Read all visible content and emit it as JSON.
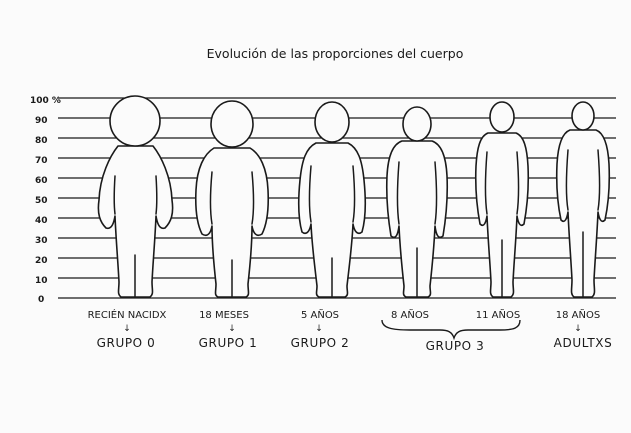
{
  "title": "Evolución de las proporciones del cuerpo",
  "y_ticks": [
    "100 %",
    "90",
    "80",
    "70",
    "60",
    "50",
    "40",
    "30",
    "20",
    "10",
    "0"
  ],
  "ages": [
    "RECIÉN NACIDX",
    "18 MESES",
    "5 AÑOS",
    "8 AÑOS",
    "11 AÑOS",
    "18 AÑOS"
  ],
  "groups": [
    "GRUPO 0",
    "GRUPO 1",
    "GRUPO 2",
    "GRUPO 3",
    "ADULTXS"
  ],
  "arrow_glyph": "↓",
  "figures": [
    {
      "age": "RECIÉN NACIDX",
      "head_fraction": 0.25
    },
    {
      "age": "18 MESES",
      "head_fraction": 0.22
    },
    {
      "age": "5 AÑOS",
      "head_fraction": 0.18
    },
    {
      "age": "8 AÑOS",
      "head_fraction": 0.16
    },
    {
      "age": "11 AÑOS",
      "head_fraction": 0.14
    },
    {
      "age": "18 AÑOS",
      "head_fraction": 0.125
    }
  ]
}
